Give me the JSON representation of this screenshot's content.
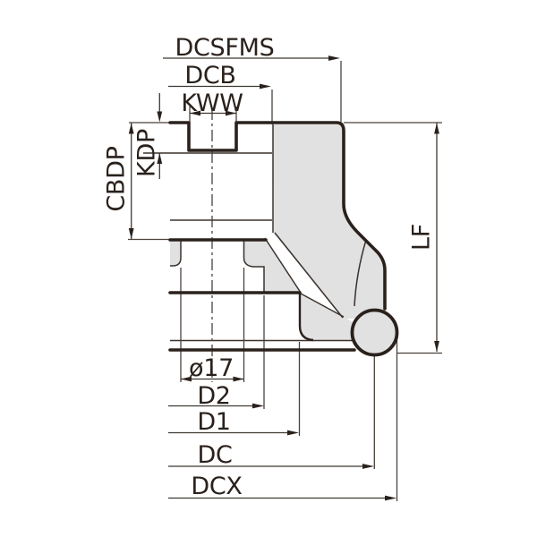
{
  "drawing": {
    "description": "Cross-section technical drawing of a round-insert face milling cutter with dimension callouts",
    "colors": {
      "outline": "#2a211c",
      "section_fill": "#e1e1e2",
      "dimension_lines": "#4a423b",
      "background": "#ffffff"
    },
    "labels": {
      "dcsfms": "DCSFMS",
      "dcb": "DCB",
      "kww": "KWW",
      "kdp": "KDP",
      "cbdp": "CBDP",
      "lf": "LF",
      "bore_dia": "ø17",
      "d2": "D2",
      "d1": "D1",
      "dc": "DC",
      "dcx": "DCX"
    }
  }
}
